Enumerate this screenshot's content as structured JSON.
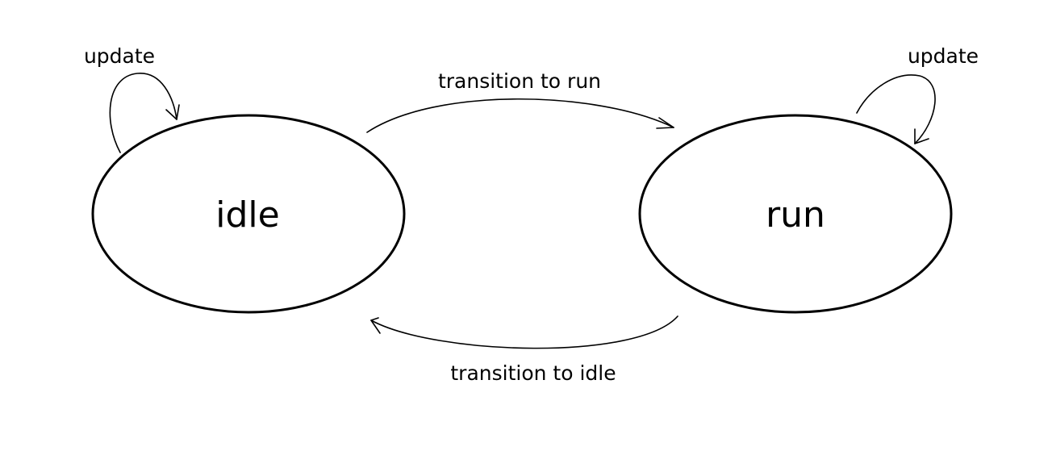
{
  "diagram": {
    "type": "state-machine",
    "states": {
      "idle": {
        "label": "idle"
      },
      "run": {
        "label": "run"
      }
    },
    "transitions": {
      "to_run": {
        "from": "idle",
        "to": "run",
        "label": "transition to run"
      },
      "to_idle": {
        "from": "run",
        "to": "idle",
        "label": "transition to idle"
      },
      "idle_self": {
        "from": "idle",
        "to": "idle",
        "label": "update"
      },
      "run_self": {
        "from": "run",
        "to": "run",
        "label": "update"
      }
    },
    "colors": {
      "stroke": "#000000",
      "background": "#ffffff"
    }
  }
}
